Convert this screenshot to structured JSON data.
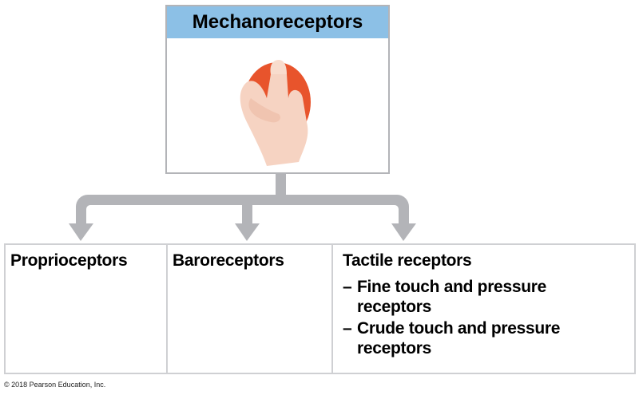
{
  "title": "Mechanoreceptors",
  "image": "hand-squeezing-stress-ball",
  "colors": {
    "header": "#8cc0e6",
    "connector": "#b3b4b8",
    "ball": "#e8542c"
  },
  "categories": [
    {
      "title": "Proprioceptors",
      "items": []
    },
    {
      "title": "Baroreceptors",
      "items": []
    },
    {
      "title": "Tactile receptors",
      "items": [
        {
          "dash": "–",
          "lines": [
            "Fine touch and  pressure",
            "receptors"
          ]
        },
        {
          "dash": "–",
          "lines": [
            "Crude touch and pressure",
            "receptors"
          ]
        }
      ]
    }
  ],
  "footer": "© 2018 Pearson Education, Inc."
}
